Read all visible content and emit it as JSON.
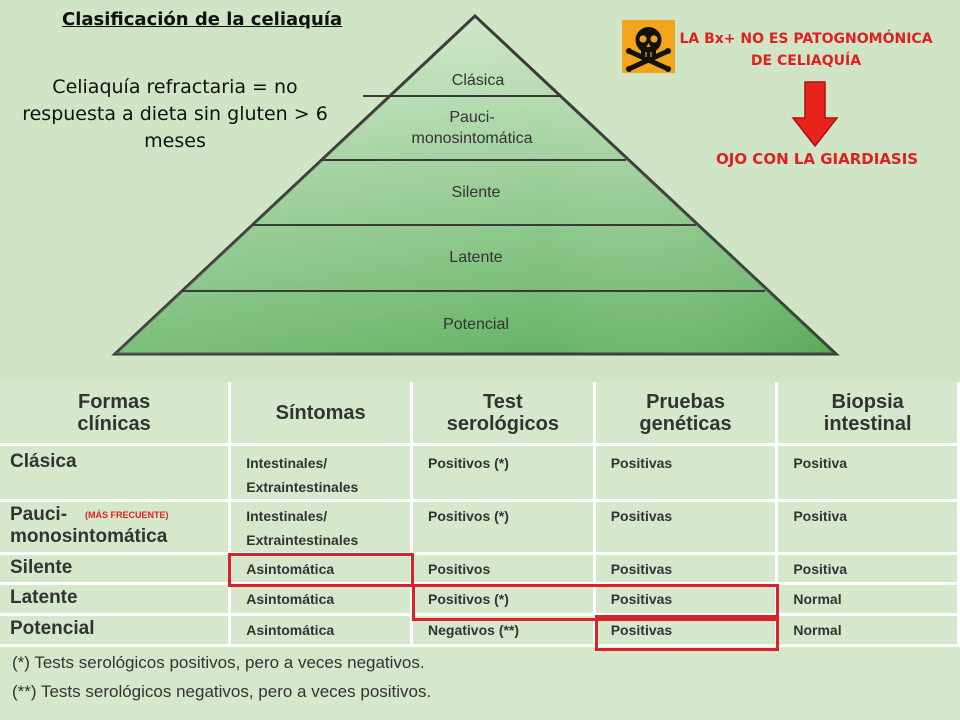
{
  "slide": {
    "title": "Clasificación de la celiaquía",
    "refractaria_text": "Celiaquía refractaria = no respuesta a dieta sin gluten > 6 meses",
    "warning_text": "LA Bx+ NO ES PATOGNOMÓNICA DE CELIAQUÍA",
    "warning_icon": "skull-crossbones-icon",
    "ojo_text": "OJO CON LA GIARDIASIS",
    "accent_red": "#e02020"
  },
  "pyramid": {
    "levels": [
      "Clásica",
      "Pauci-\nmonosintomática",
      "Silente",
      "Latente",
      "Potencial"
    ],
    "level1": "Clásica",
    "level2a": "Pauci-",
    "level2b": "monosintomática",
    "level3": "Silente",
    "level4": "Latente",
    "level5": "Potencial"
  },
  "table": {
    "headers": {
      "formas_a": "Formas",
      "formas_b": "clínicas",
      "sintomas": "Síntomas",
      "test_a": "Test",
      "test_b": "serológicos",
      "pruebas_a": "Pruebas",
      "pruebas_b": "genéticas",
      "biopsia_a": "Biopsia",
      "biopsia_b": "intestinal"
    },
    "rows": [
      {
        "name": "Clásica",
        "sintomas_a": "Intestinales/",
        "sintomas_b": "Extraintestinales",
        "test": "Positivos (*)",
        "geneticas": "Positivas",
        "biopsia": "Positiva"
      },
      {
        "name_a": "Pauci-",
        "name_b": "monosintomática",
        "tag": "(MÁS FRECUENTE)",
        "sintomas_a": "Intestinales/",
        "sintomas_b": "Extraintestinales",
        "test": "Positivos (*)",
        "geneticas": "Positivas",
        "biopsia": "Positiva"
      },
      {
        "name": "Silente",
        "sintomas": "Asintomática",
        "test": "Positivos",
        "geneticas": "Positivas",
        "biopsia": "Positiva"
      },
      {
        "name": "Latente",
        "sintomas": "Asintomática",
        "test": "Positivos (*)",
        "geneticas": "Positivas",
        "biopsia": "Normal"
      },
      {
        "name": "Potencial",
        "sintomas": "Asintomática",
        "test": "Negativos (**)",
        "geneticas": "Positivas",
        "biopsia": "Normal"
      }
    ],
    "note1": "(*) Tests serológicos positivos, pero a veces negativos.",
    "note2": "(**) Tests serológicos negativos, pero a veces positivos."
  }
}
